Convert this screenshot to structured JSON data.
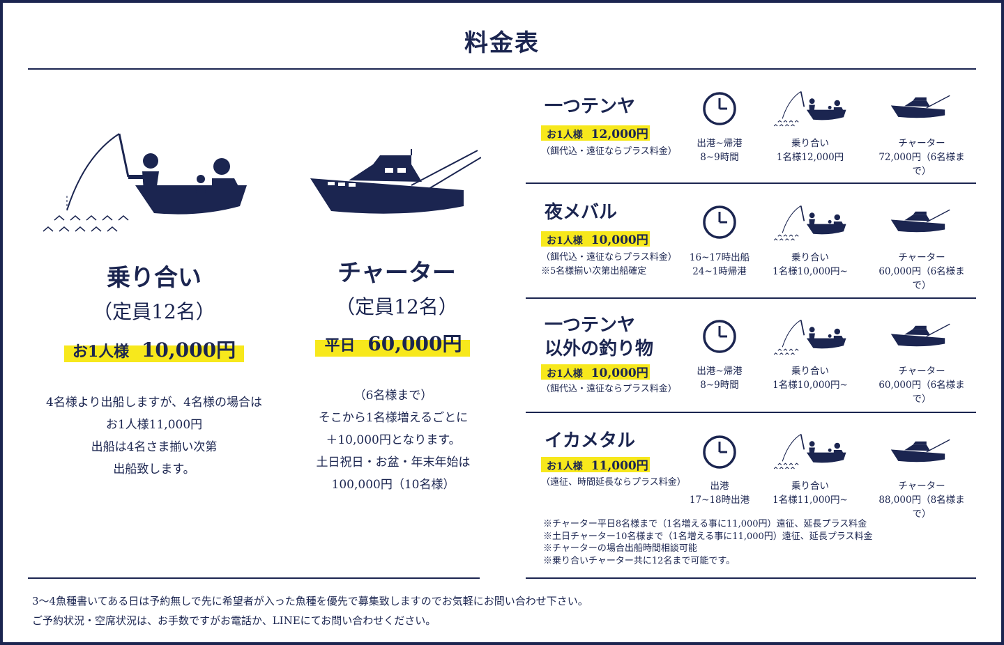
{
  "title": "料金表",
  "colors": {
    "navy": "#1b2550",
    "highlight": "#f7e81c"
  },
  "plans": [
    {
      "icon": "shared-boat-icon",
      "name": "乗り合い",
      "capacity": "（定員12名）",
      "price_label": "お1人様",
      "price_value": "10,000円",
      "desc": [
        "4名様より出船しますが、4名様の場合は",
        "お1人様11,000円",
        "出船は4名さま揃い次第",
        "出船致します。"
      ]
    },
    {
      "icon": "charter-boat-icon",
      "name": "チャーター",
      "capacity": "（定員12名）",
      "price_label": "平日",
      "price_value": "60,000円",
      "desc": [
        "（6名様まで）",
        "そこから1名様増えるごとに",
        "＋10,000円となります。",
        "土日祝日・お盆・年末年始は",
        "100,000円（10名様）"
      ]
    }
  ],
  "fishing": [
    {
      "name": "一つテンヤ",
      "price_label": "お1人様",
      "price_value": "12,000円",
      "notes": [
        "（餌代込・遠征ならプラス料金）"
      ],
      "time": [
        "出港~帰港",
        "8~9時間"
      ],
      "shared": [
        "乗り合い",
        "1名様12,000円"
      ],
      "charter": [
        "チャーター",
        "72,000円（6名様まで）"
      ]
    },
    {
      "name": "夜メバル",
      "price_label": "お1人様",
      "price_value": "10,000円",
      "notes": [
        "（餌代込・遠征ならプラス料金）",
        "※5名様揃い次第出船確定"
      ],
      "time": [
        "16~17時出船",
        "24~1時帰港"
      ],
      "shared": [
        "乗り合い",
        "1名様10,000円~"
      ],
      "charter": [
        "チャーター",
        "60,000円（6名様まで）"
      ]
    },
    {
      "name": "一つテンヤ",
      "name2": "以外の釣り物",
      "price_label": "お1人様",
      "price_value": "10,000円",
      "notes": [
        "（餌代込・遠征ならプラス料金）"
      ],
      "time": [
        "出港~帰港",
        "8~9時間"
      ],
      "shared": [
        "乗り合い",
        "1名様10,000円~"
      ],
      "charter": [
        "チャーター",
        "60,000円（6名様まで）"
      ]
    },
    {
      "name": "イカメタル",
      "price_label": "お1人様",
      "price_value": "11,000円",
      "notes": [
        "（遠征、時間延長ならプラス料金）"
      ],
      "time": [
        "出港",
        "17~18時出港"
      ],
      "shared": [
        "乗り合い",
        "1名様11,000円~"
      ],
      "charter": [
        "チャーター",
        "88,000円（8名様まで）"
      ]
    }
  ],
  "charter_notes": [
    "※チャーター平日8名様まで（1名増える事に11,000円）遠征、延長プラス料金",
    "※土日チャーター10名様まで（1名増える事に11,000円）遠征、延長プラス料金",
    "※チャーターの場合出船時間相談可能",
    "※乗り合いチャーター共に12名まで可能です。"
  ],
  "footer": [
    "3～4魚種書いてある日は予約無しで先に希望者が入った魚種を優先で募集致しますのでお気軽にお問い合わせ下さい。",
    "ご予約状況・空席状況は、お手数ですがお電話か、LINEにてお問い合わせください。"
  ]
}
